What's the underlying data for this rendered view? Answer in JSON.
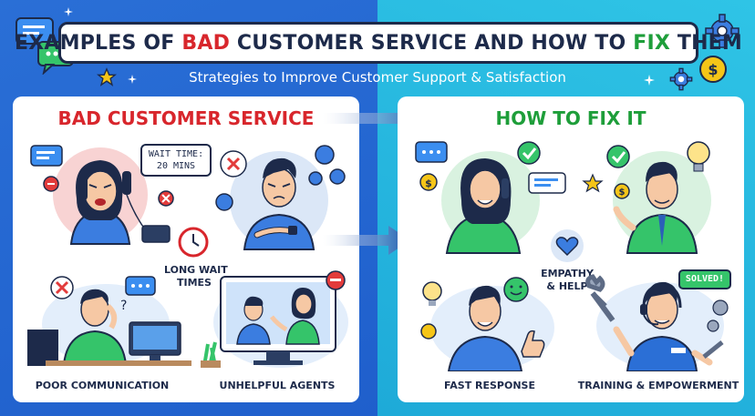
{
  "header": {
    "title_part1": "EXAMPLES OF ",
    "title_bad": "BAD",
    "title_part2": " CUSTOMER SERVICE AND HOW TO ",
    "title_fix": "FIX",
    "title_part3": " THEM",
    "subtitle": "Strategies to Improve Customer Support & Satisfaction"
  },
  "left_panel": {
    "heading": "BAD CUSTOMER SERVICE",
    "wait_bubble": "WAIT TIME:\n20 MINS",
    "captions": {
      "long_wait": "LONG WAIT\nTIMES",
      "poor_comm": "POOR COMMUNICATION",
      "unhelpful": "UNHELPFUL AGENTS"
    }
  },
  "right_panel": {
    "heading": "HOW TO FIX IT",
    "solved_badge": "SOLVED!",
    "captions": {
      "empathy": "EMPATHY\n& HELP",
      "fast": "FAST RESPONSE",
      "training": "TRAINING & EMPOWERMENT"
    }
  },
  "colors": {
    "bad_red": "#d8262c",
    "fix_green": "#1e9e3a",
    "navy": "#1d2a4a",
    "left_bg": "#2a6fd6",
    "right_bg": "#22b6de"
  },
  "icons": [
    "chat-bubbles-icon",
    "star-icon",
    "gear-icon",
    "coin-icon",
    "arrow-right-icon",
    "x-mark-icon",
    "check-mark-icon",
    "clock-icon",
    "lightbulb-icon",
    "wrench-icon",
    "heart-hand-icon",
    "smiley-icon",
    "thumbs-up-icon"
  ]
}
